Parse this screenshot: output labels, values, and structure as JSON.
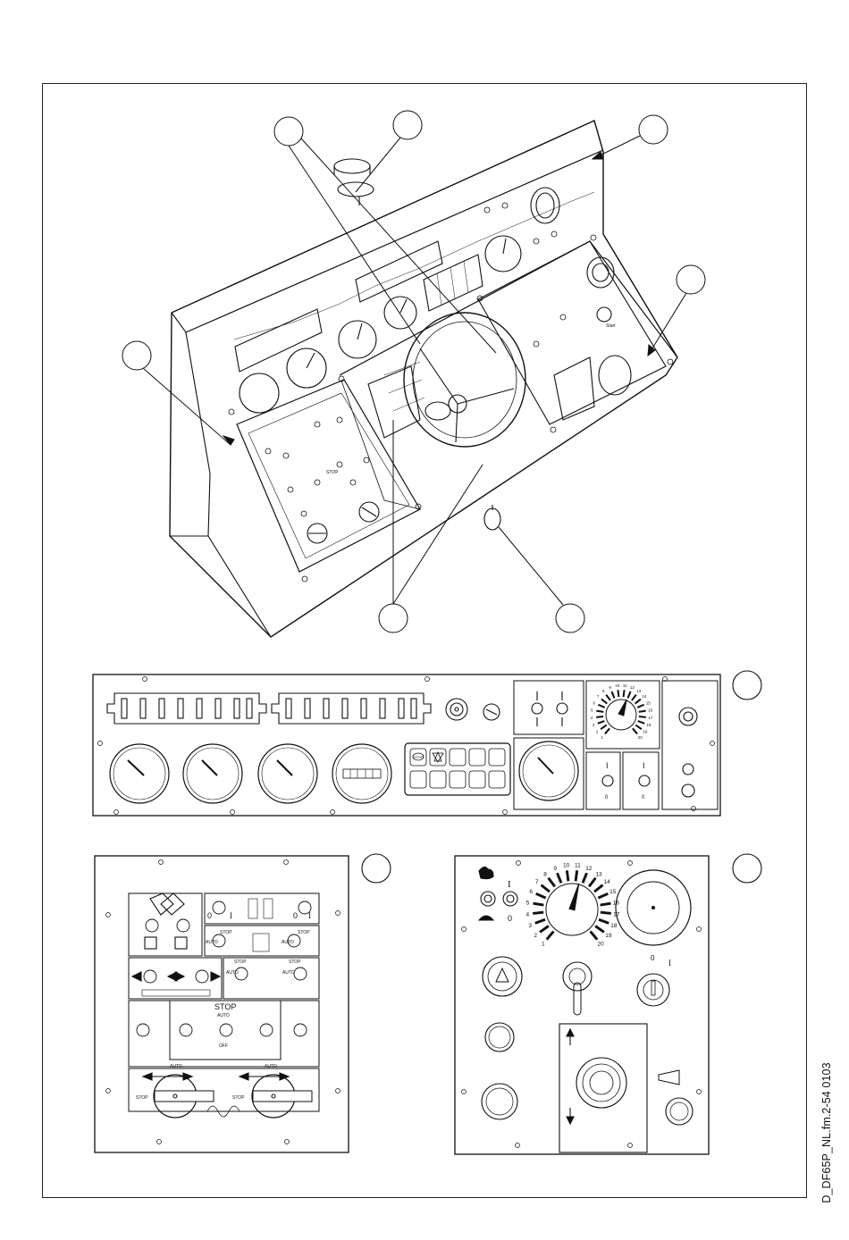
{
  "document_code": "D_DF65P_NL.fm.2-54 0103",
  "panel_texts": {
    "stop": "STOP",
    "auto": "AUTO",
    "off": "OFF",
    "start": "Start",
    "zero": "0",
    "one": "I"
  },
  "dial_numbers": [
    "1",
    "2",
    "3",
    "4",
    "5",
    "6",
    "7",
    "8",
    "9",
    "10",
    "11",
    "12",
    "13",
    "14",
    "15",
    "16",
    "17",
    "18",
    "19",
    "20"
  ]
}
